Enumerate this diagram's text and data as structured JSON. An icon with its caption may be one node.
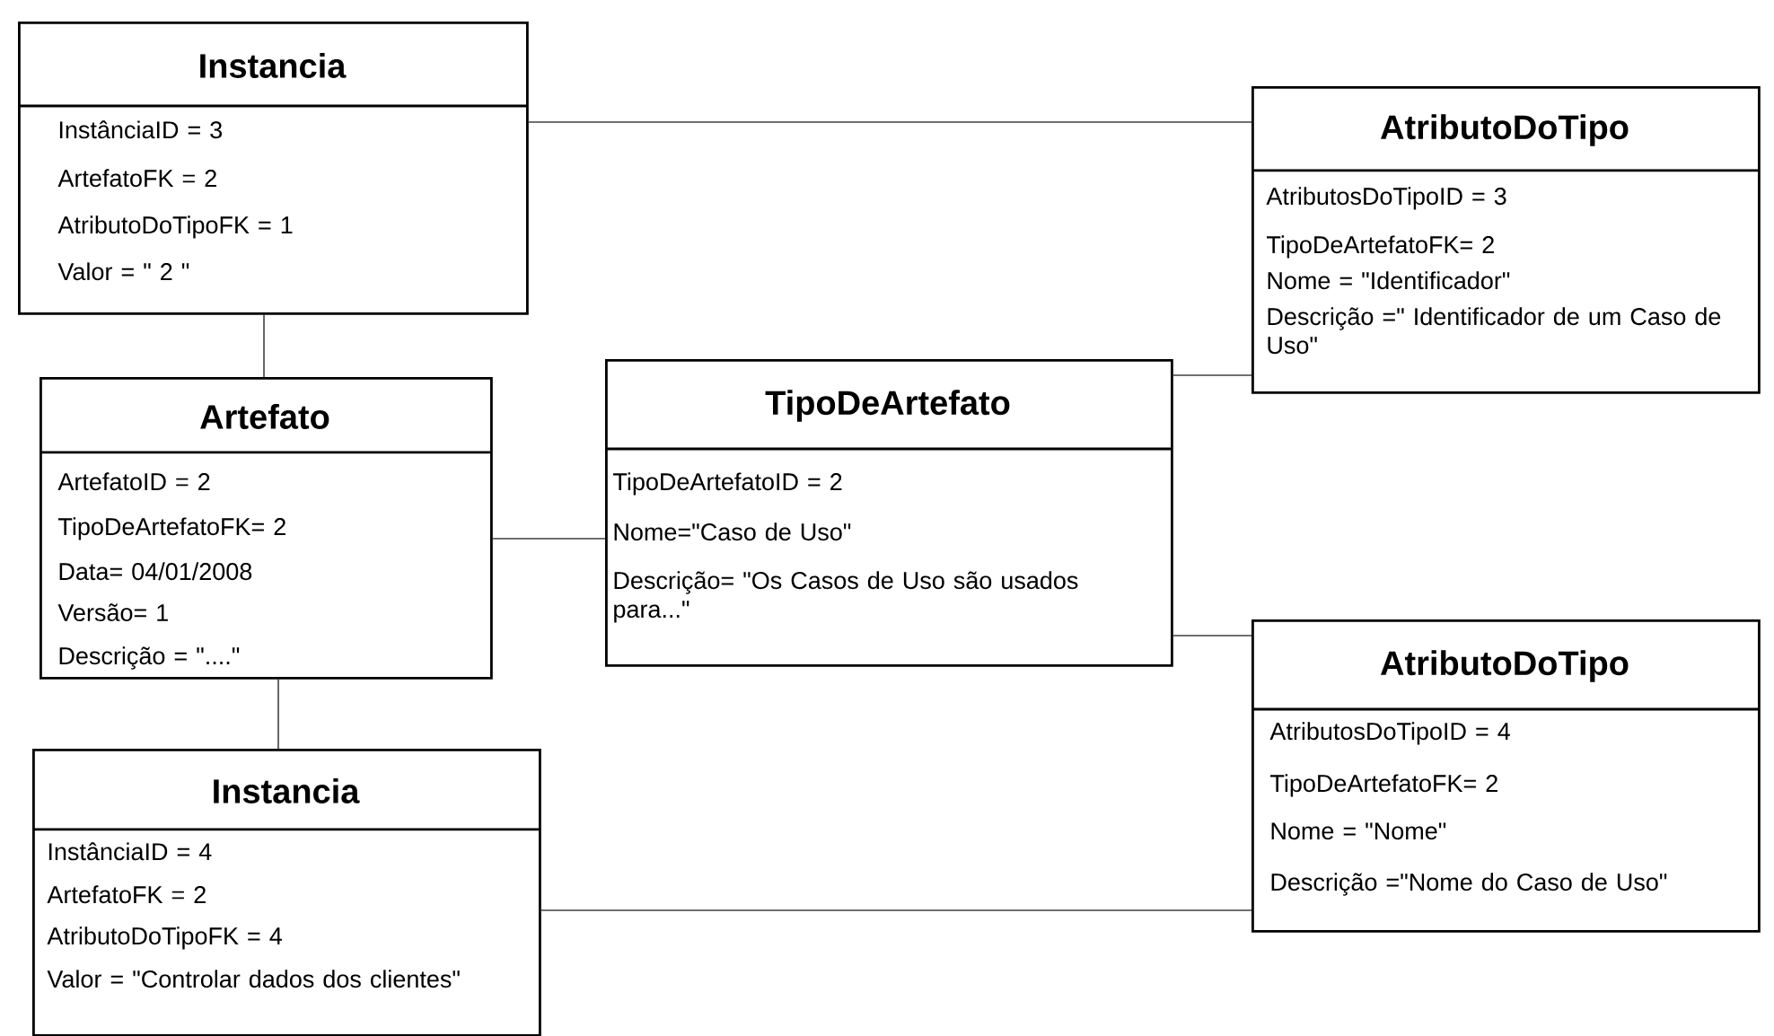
{
  "diagram": {
    "nodes": [
      {
        "text": [
          "Instancia",
          "InstânciaID = 3",
          "ArtefatoFK =  2",
          "AtributoDoTipoFK = 1",
          "Valor = \" 2 \""
        ]
      },
      {
        "text": [
          "AtributoDoTipo",
          "AtributosDoTipoID = 3",
          "TipoDeArtefatoFK= 2",
          "Nome = \"Identificador\"",
          "Descrição =\" Identificador de um Caso de Uso\""
        ]
      },
      {
        "text": [
          "Artefato",
          "ArtefatoID =  2",
          "TipoDeArtefatoFK= 2",
          "Data= 04/01/2008",
          "Versão= 1",
          "Descrição = \"....\""
        ]
      },
      {
        "text": [
          "TipoDeArtefato",
          "TipoDeArtefatoID = 2",
          "Nome=\"Caso de Uso\"",
          "Descrição= \"Os Casos de Uso são usados para...\""
        ]
      },
      {
        "text": [
          "AtributoDoTipo",
          "AtributosDoTipoID = 4",
          "TipoDeArtefatoFK= 2",
          "Nome = \"Nome\"",
          "Descrição =\"Nome do Caso de Uso\""
        ]
      },
      {
        "text": [
          "Instancia",
          "InstânciaID = 4",
          "ArtefatoFK =  2",
          "AtributoDoTipoFK = 4",
          "Valor = \"Controlar dados dos clientes\""
        ]
      }
    ],
    "edges": [
      {
        "from": 0,
        "to": 1,
        "arrow": "none"
      },
      {
        "from": 0,
        "to": 2,
        "arrow": "none"
      },
      {
        "from": 2,
        "to": 3,
        "arrow": "none"
      },
      {
        "from": 3,
        "to": 1,
        "arrow": "none"
      },
      {
        "from": 3,
        "to": 4,
        "arrow": "none"
      },
      {
        "from": 2,
        "to": 5,
        "arrow": "none"
      },
      {
        "from": 5,
        "to": 4,
        "arrow": "none"
      }
    ]
  }
}
